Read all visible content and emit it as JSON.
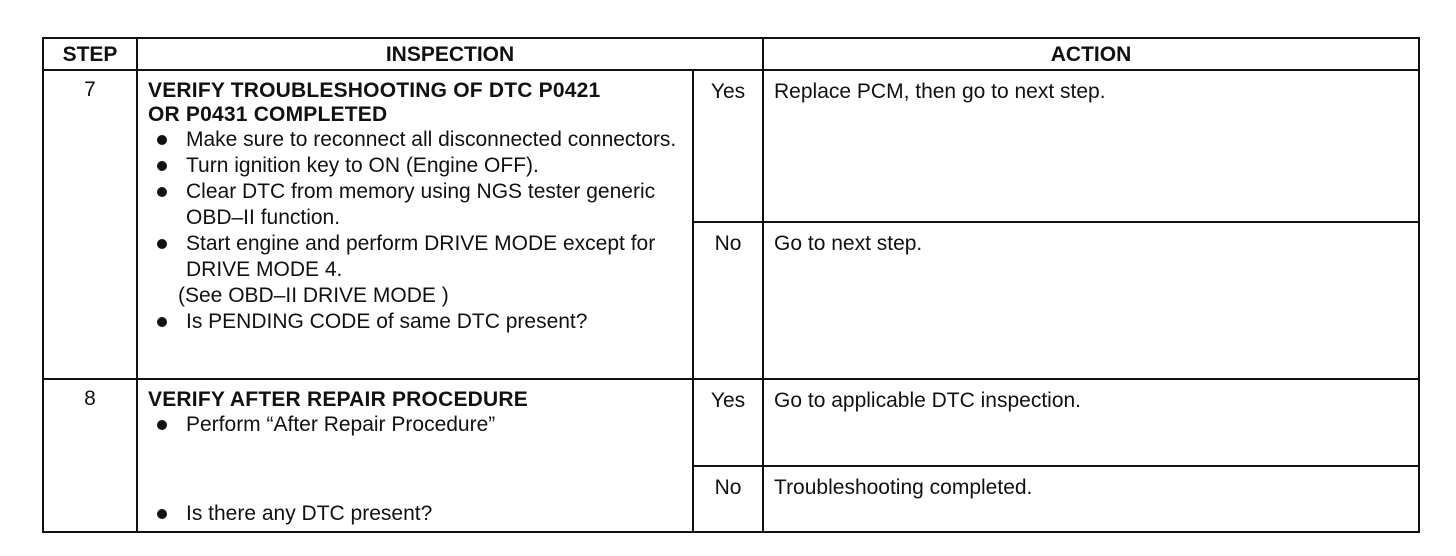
{
  "header": {
    "step": "STEP",
    "inspection": "INSPECTION",
    "action": "ACTION"
  },
  "steps": [
    {
      "number": "7",
      "title_line1": "VERIFY TROUBLESHOOTING OF DTC P0421",
      "title_line2": "OR P0431 COMPLETED",
      "bullets": [
        "Make sure to reconnect all disconnected connectors.",
        "Turn ignition key to ON (Engine OFF).",
        "Clear DTC from memory using NGS tester generic OBD–II function.",
        "Start engine and perform DRIVE MODE except for DRIVE MODE 4."
      ],
      "note": "(See OBD–II DRIVE MODE )",
      "last_bullet": "Is PENDING CODE of same DTC present?",
      "yes_label": "Yes",
      "yes_action": "Replace PCM, then go to next step.",
      "no_label": "No",
      "no_action": "Go to next step."
    },
    {
      "number": "8",
      "title_line1": "VERIFY AFTER REPAIR PROCEDURE",
      "bullet1": "Perform “After Repair Procedure”",
      "bullet2": "Is there any DTC present?",
      "yes_label": "Yes",
      "yes_action": "Go to applicable DTC inspection.",
      "no_label": "No",
      "no_action": "Troubleshooting completed."
    }
  ]
}
